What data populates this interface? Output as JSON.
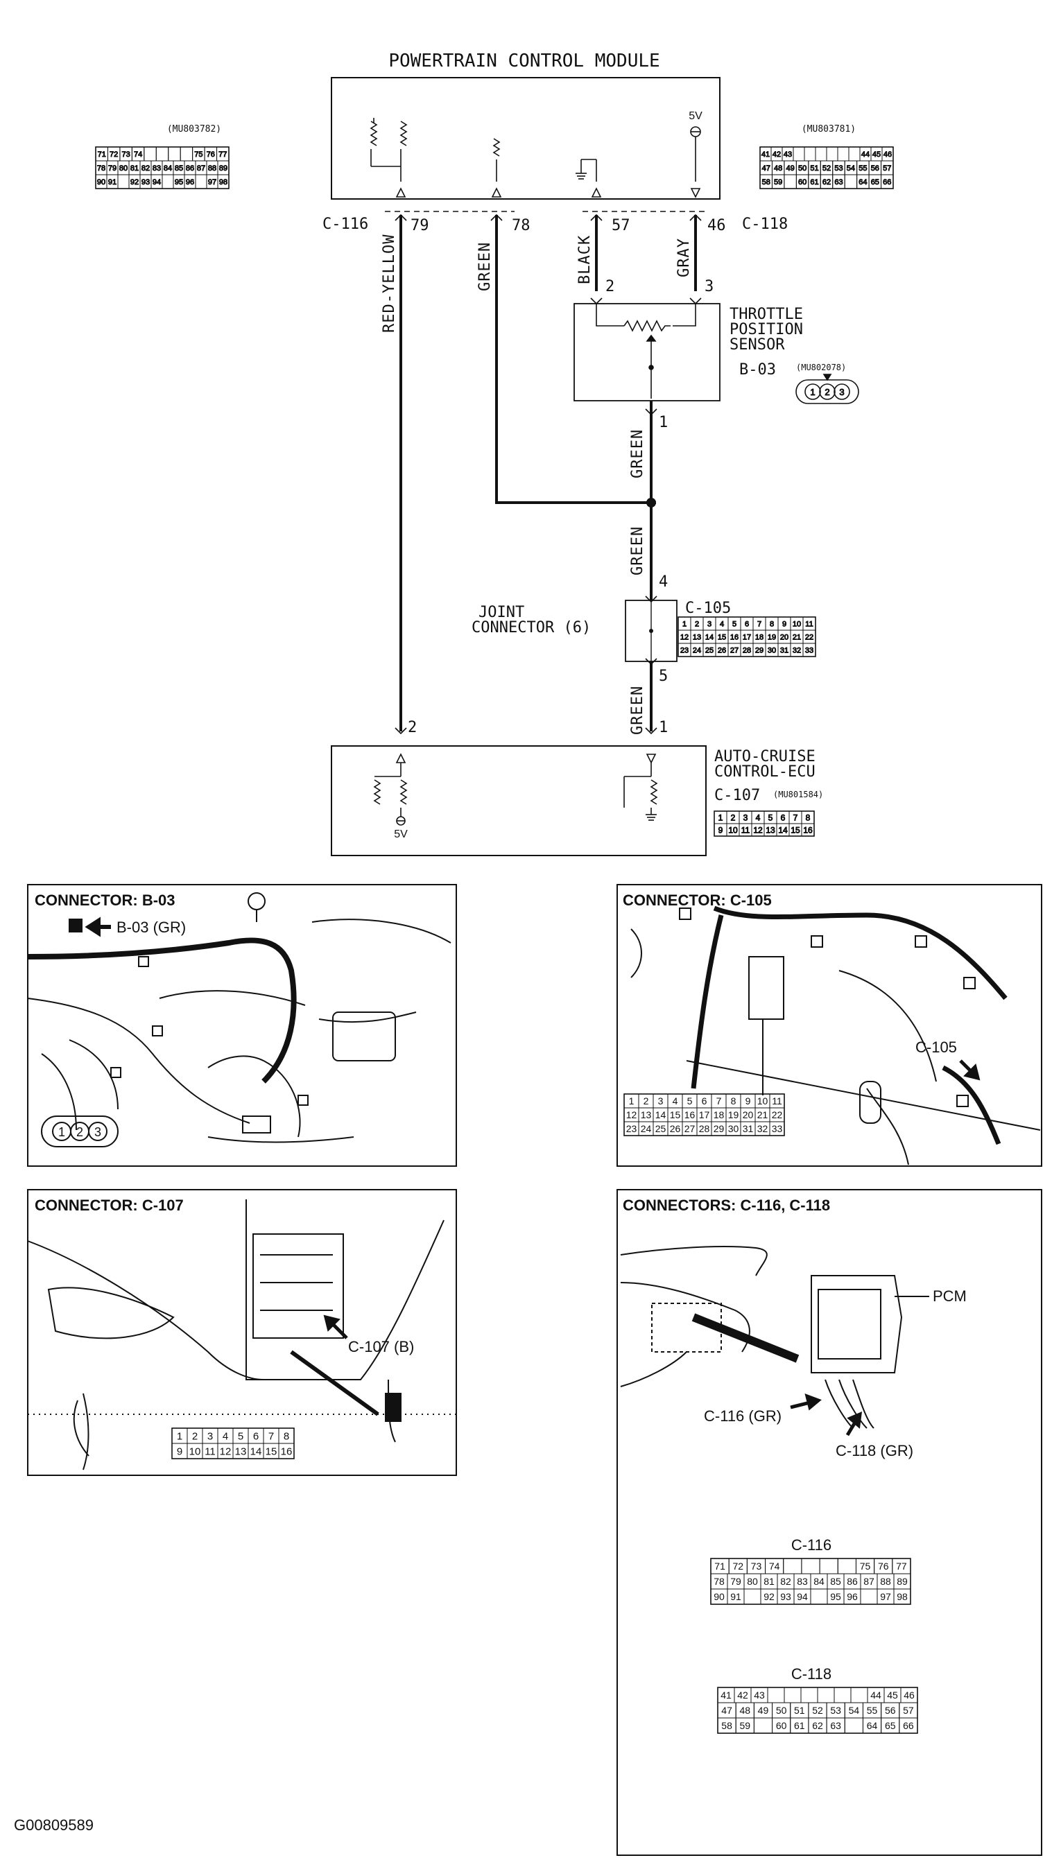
{
  "schematic": {
    "pcm_title": "POWERTRAIN CONTROL MODULE",
    "pcm_part_left": "(MU803782)",
    "pcm_part_right": "(MU803781)",
    "five_v_top": "5V",
    "c116_label": "C-116",
    "c118_label": "C-118",
    "pins": {
      "p79": "79",
      "p78": "78",
      "p57": "57",
      "p46": "46"
    },
    "wires": {
      "red_yellow": "RED-YELLOW",
      "green": "GREEN",
      "black": "BLACK",
      "gray": "GRAY"
    },
    "tps": {
      "title_lines": [
        "THROTTLE",
        "POSITION",
        "SENSOR"
      ],
      "id": "B-03",
      "part": "(MU802078)",
      "pin2": "2",
      "pin3": "3",
      "pin1": "1"
    },
    "joint": {
      "lines": [
        "JOINT",
        "CONNECTOR (6)"
      ],
      "id": "C-105",
      "pin4": "4",
      "pin5": "5"
    },
    "ecu": {
      "lines": [
        "AUTO-CRUISE",
        "CONTROL-ECU"
      ],
      "id": "C-107",
      "part": "(MU801584)",
      "pin2": "2",
      "pin1": "1",
      "five_v": "5V"
    },
    "grid_c116": [
      [
        "71",
        "72",
        "73",
        "74",
        "",
        "",
        "",
        "",
        "75",
        "76",
        "77"
      ],
      [
        "78",
        "79",
        "80",
        "81",
        "82",
        "83",
        "84",
        "85",
        "86",
        "87",
        "88",
        "89"
      ],
      [
        "90",
        "91",
        "",
        "92",
        "93",
        "94",
        "",
        "95",
        "96",
        "",
        "97",
        "98"
      ]
    ],
    "grid_c118": [
      [
        "41",
        "42",
        "43",
        "",
        "",
        "",
        "",
        "",
        "",
        "44",
        "45",
        "46"
      ],
      [
        "47",
        "48",
        "49",
        "50",
        "51",
        "52",
        "53",
        "54",
        "55",
        "56",
        "57"
      ],
      [
        "58",
        "59",
        "",
        "60",
        "61",
        "62",
        "63",
        "",
        "64",
        "65",
        "66"
      ]
    ],
    "grid_c105": [
      [
        "1",
        "2",
        "3",
        "4",
        "5",
        "6",
        "7",
        "8",
        "9",
        "10",
        "11"
      ],
      [
        "12",
        "13",
        "14",
        "15",
        "16",
        "17",
        "18",
        "19",
        "20",
        "21",
        "22"
      ],
      [
        "23",
        "24",
        "25",
        "26",
        "27",
        "28",
        "29",
        "30",
        "31",
        "32",
        "33"
      ]
    ],
    "grid_c107": [
      [
        "1",
        "2",
        "3",
        "4",
        "5",
        "6",
        "7",
        "8"
      ],
      [
        "9",
        "10",
        "11",
        "12",
        "13",
        "14",
        "15",
        "16"
      ]
    ],
    "tps_pins": [
      "1",
      "2",
      "3"
    ]
  },
  "panels": {
    "b03": {
      "title": "CONNECTOR: B-03",
      "callout": "B-03 (GR)"
    },
    "c105": {
      "title": "CONNECTOR: C-105",
      "callout": "C-105"
    },
    "c107": {
      "title": "CONNECTOR: C-107",
      "callout": "C-107 (B)"
    },
    "c116_118": {
      "title": "CONNECTORS: C-116, C-118",
      "pcm": "PCM",
      "c116_callout": "C-116 (GR)",
      "c118_callout": "C-118 (GR)",
      "c116_heading": "C-116",
      "c118_heading": "C-118"
    }
  },
  "footer": {
    "code": "G00809589"
  }
}
